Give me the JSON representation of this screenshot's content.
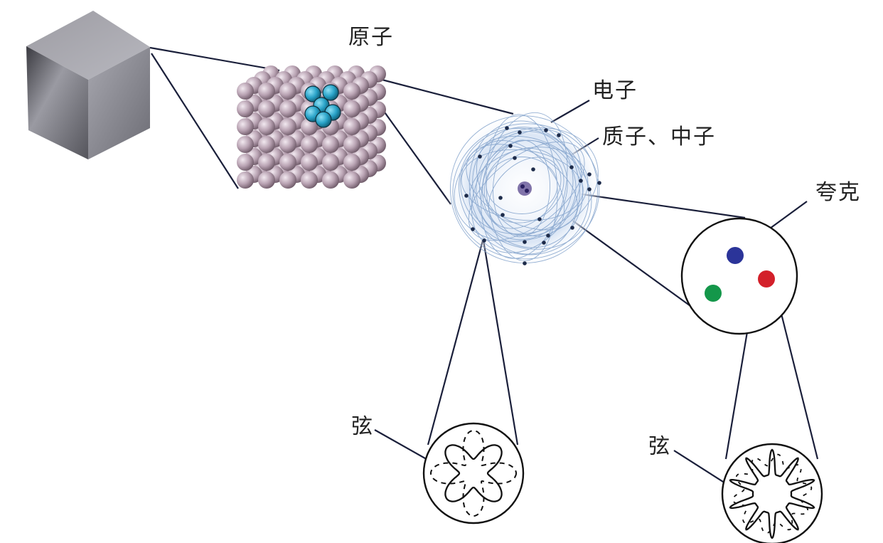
{
  "diagram": {
    "title": "Scale hierarchy of matter: from material to strings",
    "labels": {
      "atom": "原子",
      "electron": "电子",
      "proton_neutron": "质子、中子",
      "quark": "夸克",
      "string_left": "弦",
      "string_right": "弦"
    },
    "nodes": [
      {
        "id": "metal-cube",
        "desc": "Bulk material (metal cube)"
      },
      {
        "id": "atom-lattice",
        "desc": "Atomic lattice of spheres with highlighted blue cell"
      },
      {
        "id": "atom-orbit",
        "desc": "Atom with electron cloud and nucleus"
      },
      {
        "id": "nucleon",
        "desc": "Nucleon circle containing three quarks"
      },
      {
        "id": "string-closed-left",
        "desc": "Vibrating closed string (4-lobe)"
      },
      {
        "id": "string-closed-right",
        "desc": "Vibrating closed string (10-point star)"
      }
    ],
    "quark_colors": {
      "blue": "#2b3499",
      "red": "#d3202a",
      "green": "#14974a"
    },
    "colors": {
      "line": "#1a1f3a",
      "cloud": "#7a9cc8",
      "electron": "#1d2b4a",
      "lattice": "#b9a6b5",
      "highlight": "#2aa3c8"
    }
  }
}
